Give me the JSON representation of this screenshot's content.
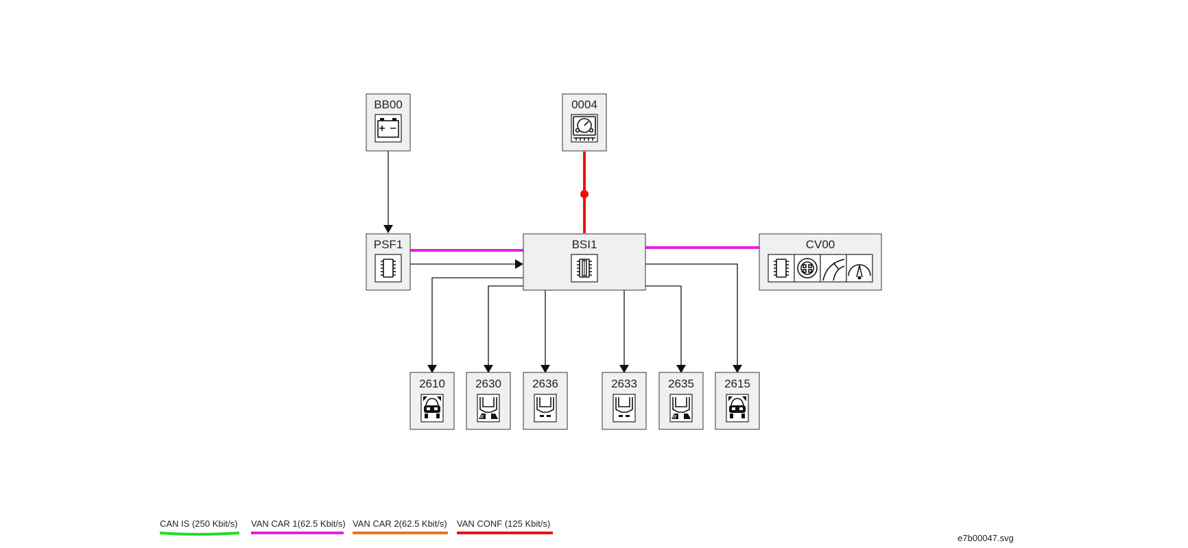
{
  "nodes": {
    "bb00": {
      "label": "BB00",
      "icon": "battery-icon"
    },
    "n0004": {
      "label": "0004",
      "icon": "instrument-panel-icon"
    },
    "psf1": {
      "label": "PSF1",
      "icon": "ecu-chip-icon"
    },
    "bsi1": {
      "label": "BSI1",
      "icon": "fuse-box-icon"
    },
    "cv00": {
      "label": "CV00",
      "icons": [
        "ecu-chip-icon",
        "switch-pad-icon",
        "wiper-icon",
        "lighting-stalk-icon"
      ]
    },
    "n2610": {
      "label": "2610",
      "icon": "front-lamp-icon"
    },
    "n2630": {
      "label": "2630",
      "icon": "rear-lamp-icon"
    },
    "n2636": {
      "label": "2636",
      "icon": "rear-fog-icon"
    },
    "n2633": {
      "label": "2633",
      "icon": "rear-fog-icon"
    },
    "n2635": {
      "label": "2635",
      "icon": "rear-lamp-icon"
    },
    "n2615": {
      "label": "2615",
      "icon": "front-lamp-icon"
    }
  },
  "legend": [
    {
      "label": "CAN IS (250 Kbit/s)",
      "color": "#22dd22"
    },
    {
      "label": "VAN CAR 1(62.5 Kbit/s)",
      "color": "#e81ee8"
    },
    {
      "label": "VAN CAR 2(62.5 Kbit/s)",
      "color": "#f07020"
    },
    {
      "label": "VAN CONF (125 Kbit/s)",
      "color": "#ee1111"
    }
  ],
  "colors": {
    "van_car_1": "#e81ee8",
    "van_conf": "#ee1111",
    "wire": "#111111",
    "box_fill": "#f0f0f0"
  },
  "file_name": "e7b00047.svg"
}
